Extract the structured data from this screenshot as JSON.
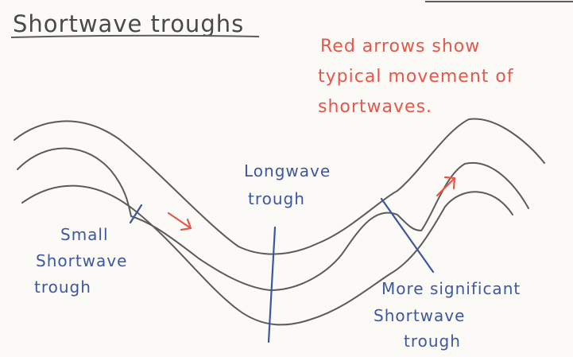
{
  "title": "Shortwave troughs",
  "note": {
    "lines": [
      "Red arrows show",
      "typical movement of",
      "shortwaves."
    ]
  },
  "labels": {
    "longwave": [
      "Longwave",
      "trough"
    ],
    "small_shortwave": [
      "Small",
      "Shortwave",
      "trough"
    ],
    "significant_shortwave": [
      "More significant",
      "Shortwave",
      "trough"
    ]
  },
  "colors": {
    "paper": "#fbfaf6",
    "pencil": "#5b5b5b",
    "blue": "#3d57a0",
    "red": "#e3584a"
  },
  "icons": {
    "movement_arrow": "red-arrow-icon"
  }
}
